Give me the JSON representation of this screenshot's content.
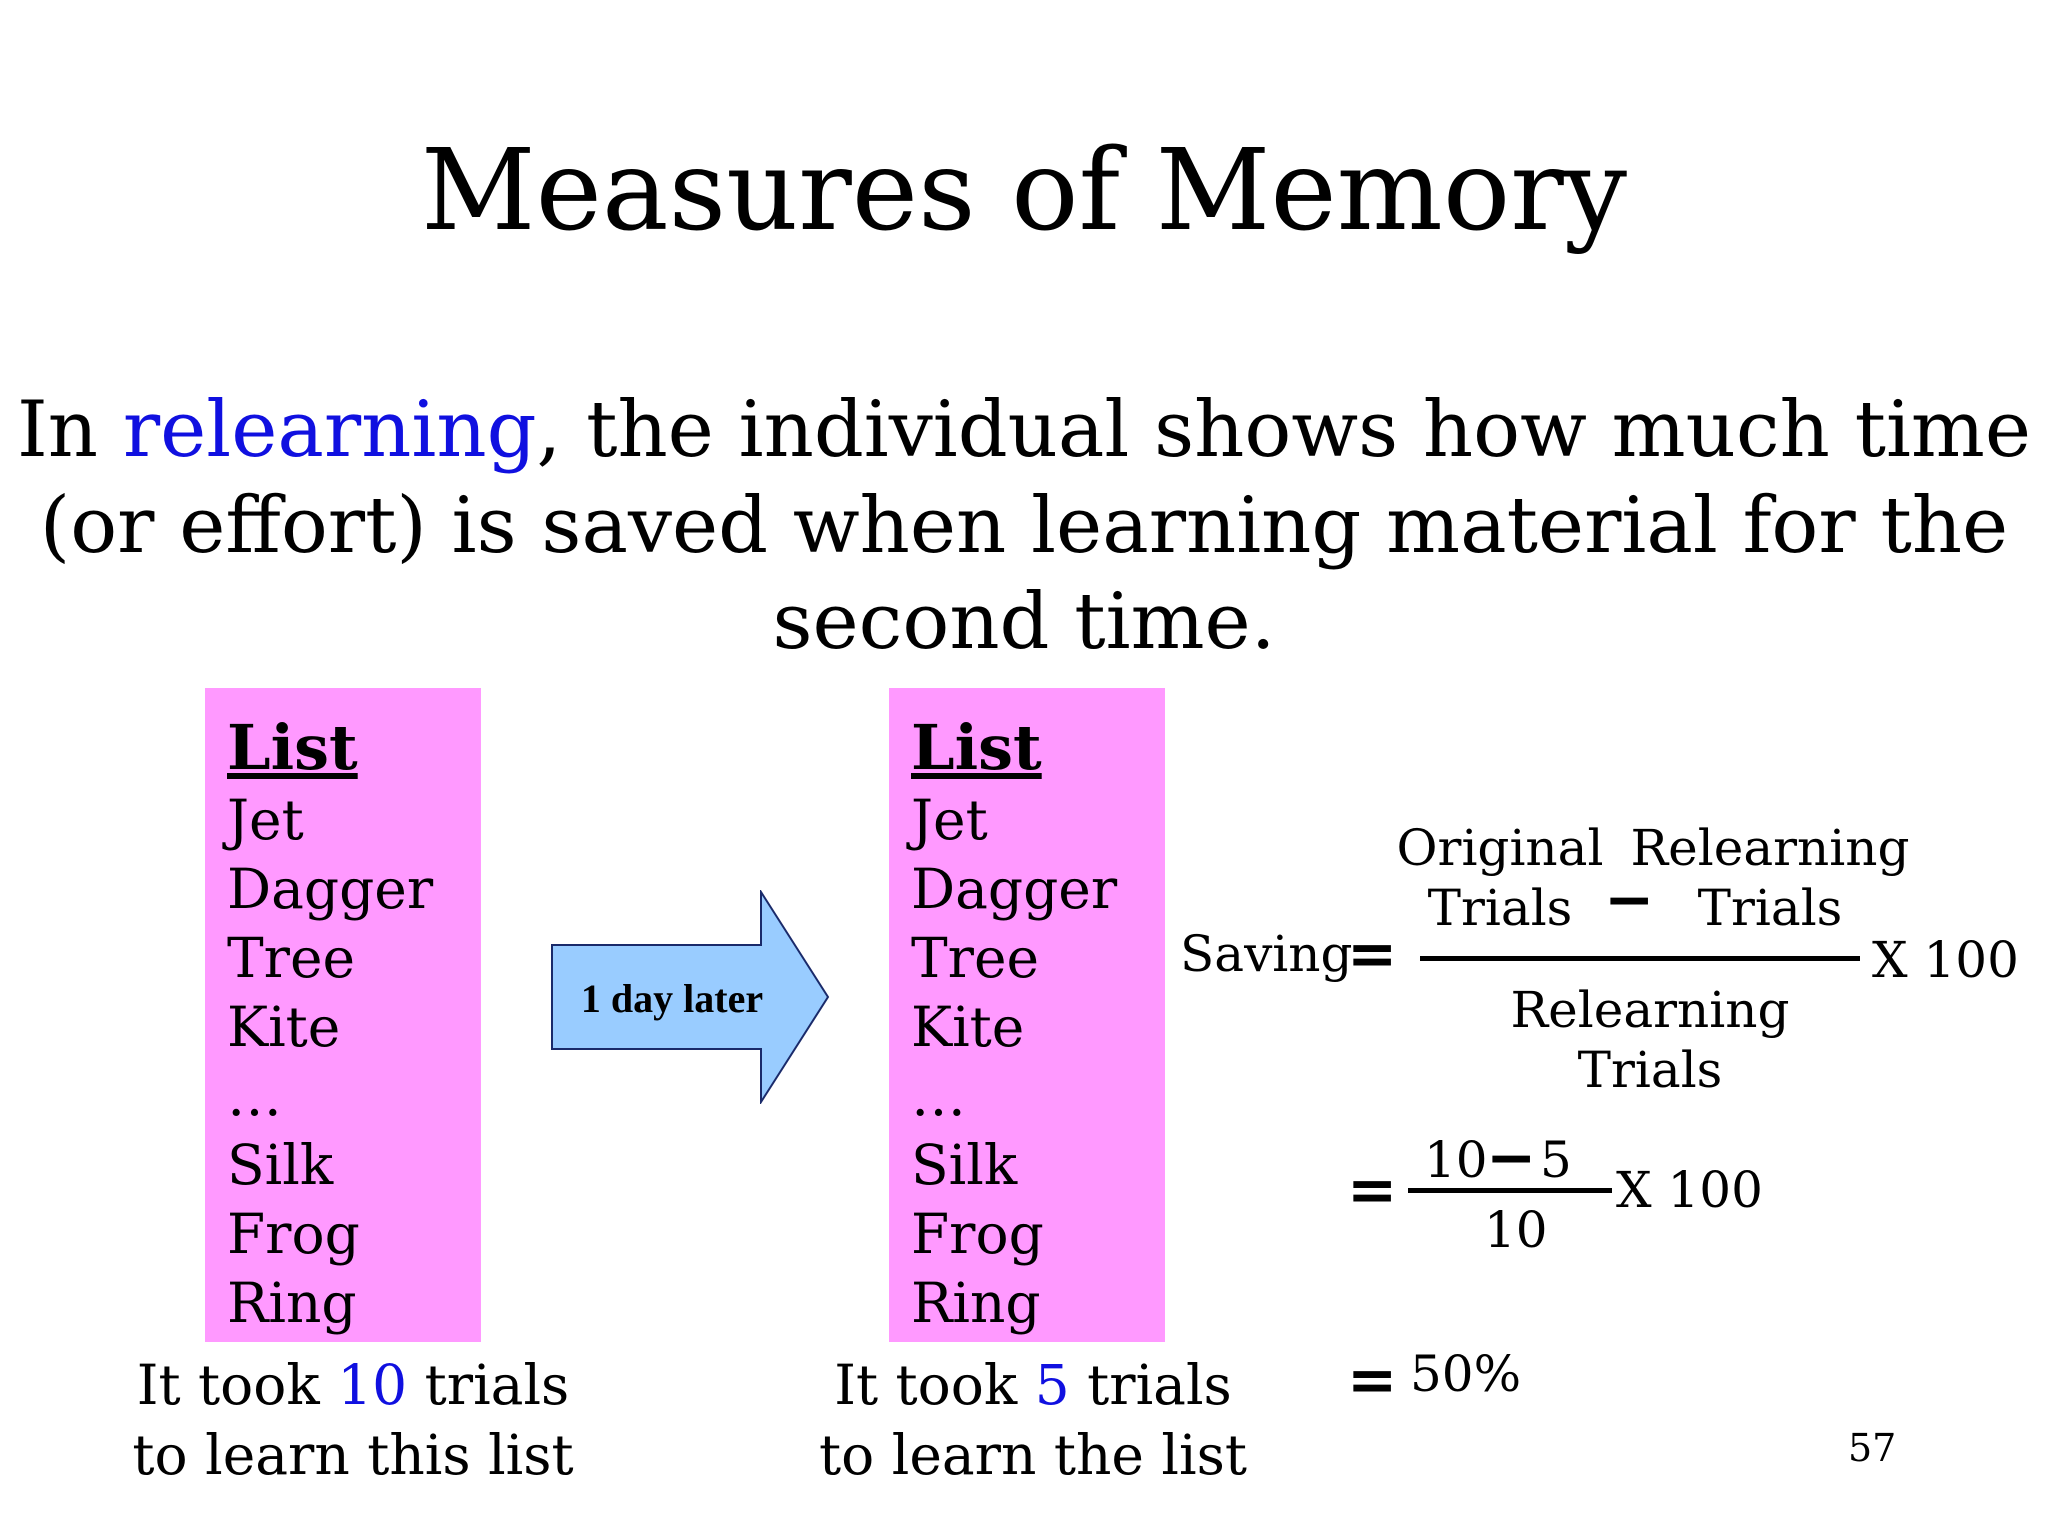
{
  "slide": {
    "title": "Measures of Memory",
    "intro": {
      "before": "In ",
      "highlight": "relearning",
      "after": ", the individual shows how much time (or effort) is saved when learning material for the second time."
    },
    "list_left": {
      "heading": "List",
      "words": [
        "Jet",
        "Dagger",
        "Tree",
        "Kite",
        "…",
        "Silk",
        "Frog",
        "Ring"
      ]
    },
    "list_right": {
      "heading": "List",
      "words": [
        "Jet",
        "Dagger",
        "Tree",
        "Kite",
        "…",
        "Silk",
        "Frog",
        "Ring"
      ]
    },
    "caption_left": {
      "prefix": "It took ",
      "number": "10",
      "suffix": " trials",
      "line2": "to learn this list"
    },
    "caption_right": {
      "prefix": "It took ",
      "number": "5",
      "suffix": " trials",
      "line2": "to learn the list"
    },
    "arrow_label": "1 day later",
    "formula": {
      "saving_label": "Saving",
      "equals": "=",
      "minus": "−",
      "original_line1": "Original",
      "original_line2": "Trials",
      "relearning_line1": "Relearning",
      "relearning_line2": "Trials",
      "denominator_line1": "Relearning",
      "denominator_line2": "Trials",
      "times_100": "X 100",
      "num_a": "10",
      "num_b": "5",
      "denominator_value": "10",
      "result": "50%"
    },
    "page_number": "57",
    "colors": {
      "highlight_blue": "#1010e0",
      "list_background": "#ff99ff",
      "arrow_fill": "#99ccff"
    }
  }
}
